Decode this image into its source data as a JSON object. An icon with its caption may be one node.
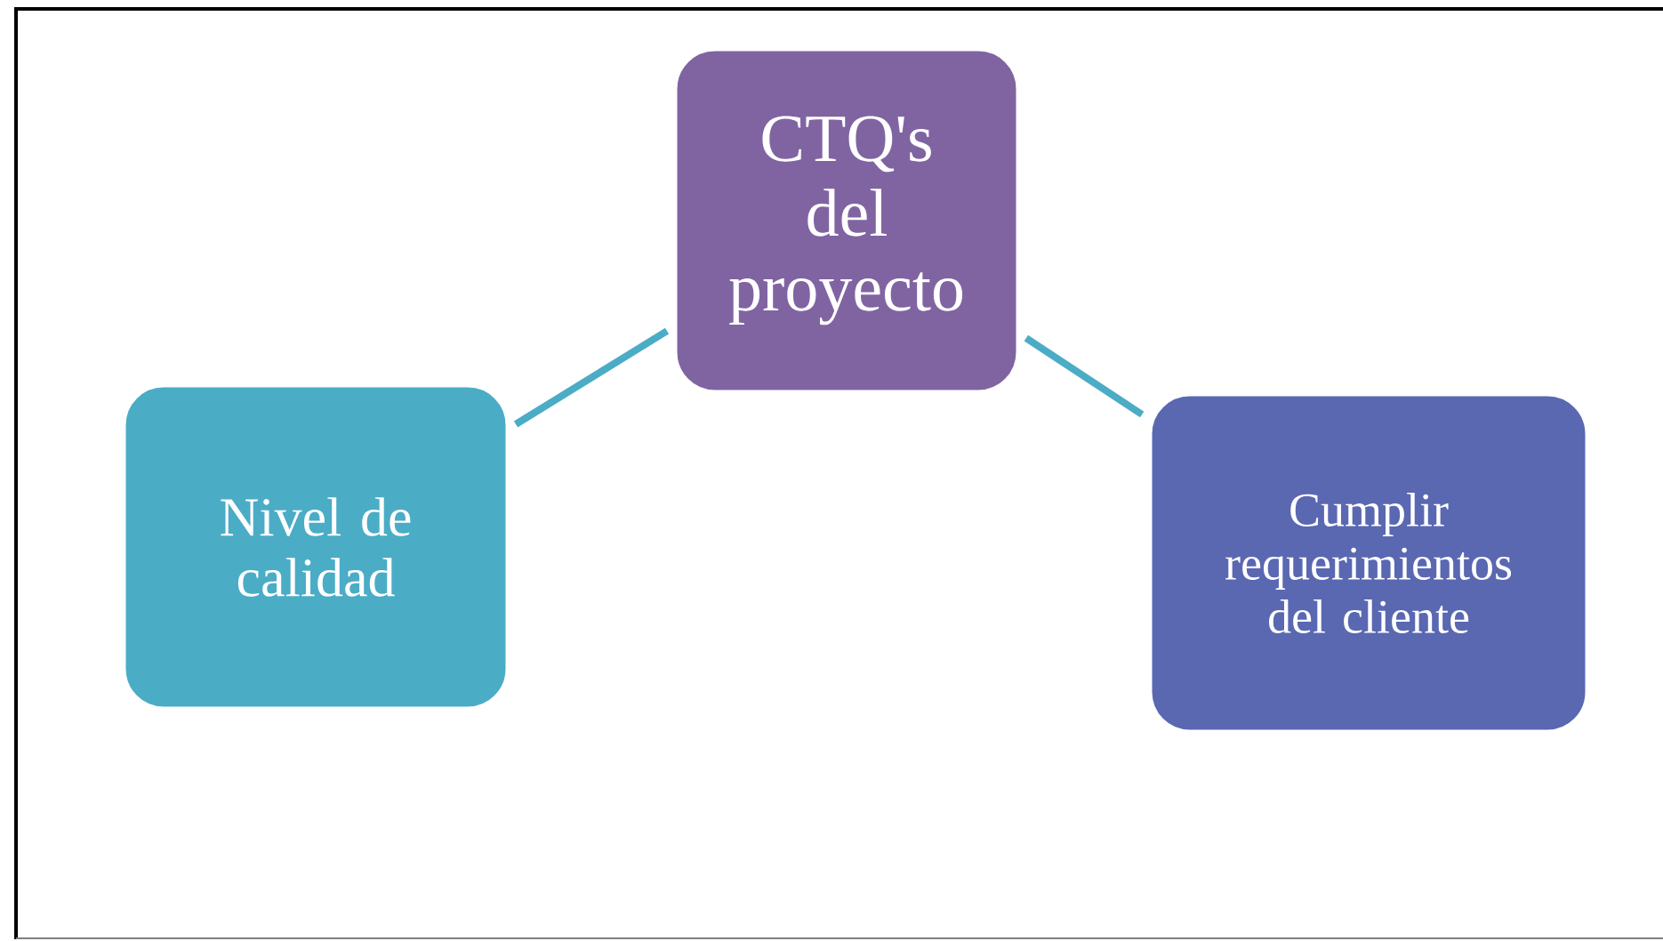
{
  "diagram": {
    "nodes": [
      {
        "text": [
          "CTQ's del proyecto"
        ]
      },
      {
        "text": [
          "Nivel de calidad"
        ]
      },
      {
        "text": [
          "Cumplir requerimientos del cliente"
        ]
      }
    ],
    "edges": [
      {
        "from": 0,
        "to": 1,
        "arrow": "none"
      },
      {
        "from": 0,
        "to": 2,
        "arrow": "none"
      }
    ]
  }
}
